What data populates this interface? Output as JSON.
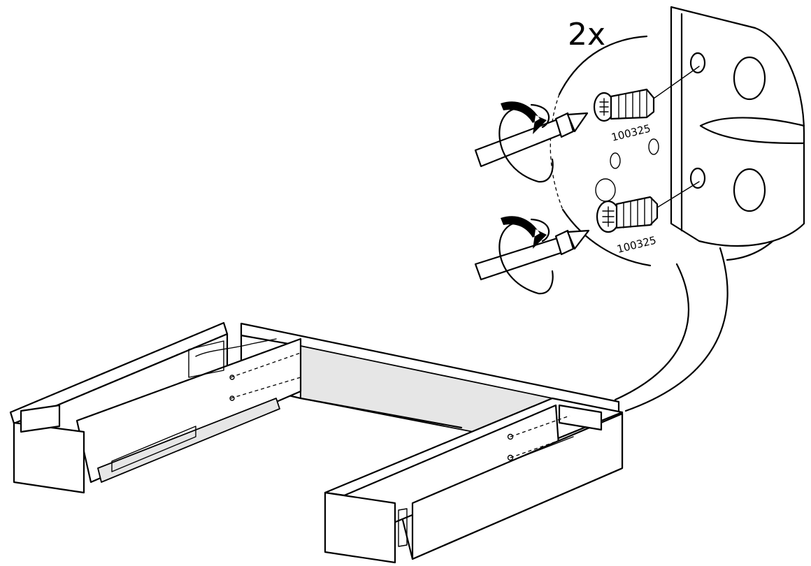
{
  "instruction": {
    "quantity_label": "2x",
    "screws": [
      {
        "part_number": "100325"
      },
      {
        "part_number": "100325"
      }
    ]
  },
  "icons": [
    "screwdriver-icon",
    "rotate-clockwise-icon",
    "screw-icon"
  ]
}
